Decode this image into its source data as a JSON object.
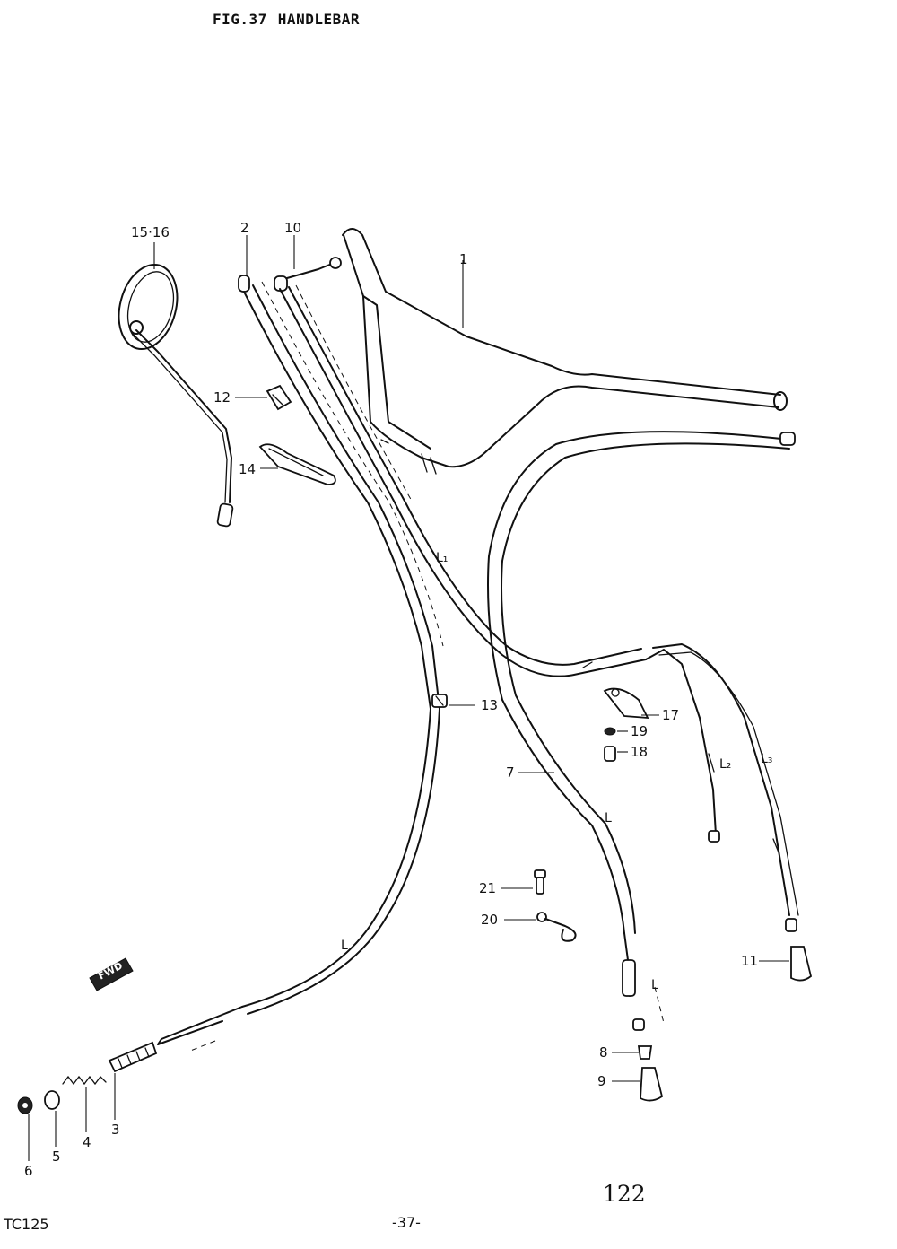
{
  "header": {
    "fig": "FIG.37",
    "title": "HANDLEBAR"
  },
  "footer": {
    "model": "TC125",
    "page": "-37-",
    "ref_number": "122"
  },
  "callouts": {
    "c1": "1",
    "c2": "2",
    "c3": "3",
    "c4": "4",
    "c5": "5",
    "c6": "6",
    "c7": "7",
    "c8": "8",
    "c9": "9",
    "c10": "10",
    "c11": "11",
    "c12": "12",
    "c13": "13",
    "c14": "14",
    "c15_16": "15·16",
    "c17": "17",
    "c18": "18",
    "c19": "19",
    "c20": "20",
    "c21": "21"
  },
  "cable_labels": {
    "l1": "L₁",
    "l2": "L₂",
    "l3": "L₃",
    "l": "L",
    "l_a": "L",
    "l_b": "L"
  },
  "fwd_marker": "FWD"
}
